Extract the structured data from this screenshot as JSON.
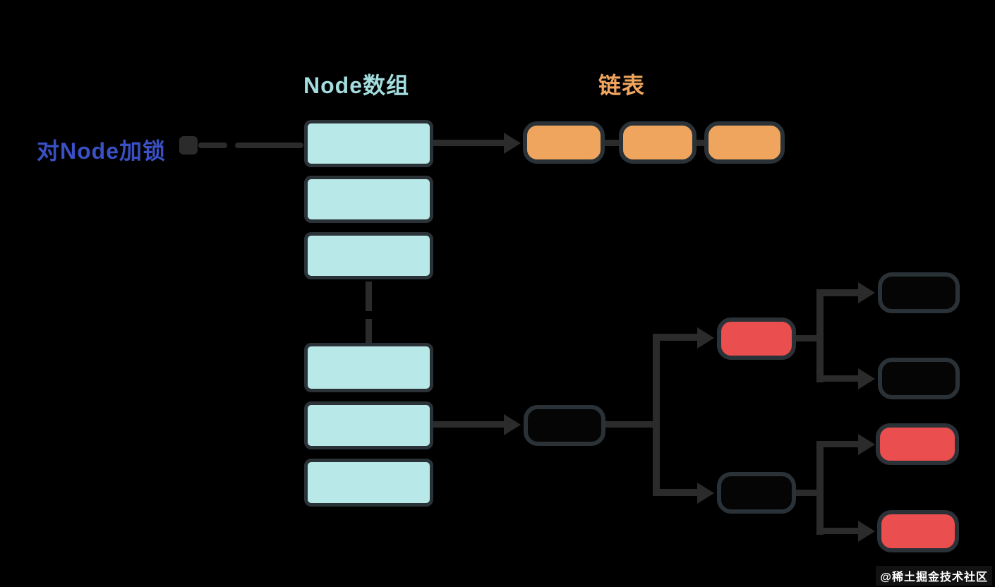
{
  "titles": {
    "array": "Node数组",
    "chain": "链表"
  },
  "annotation": {
    "lock": "对Node加锁"
  },
  "watermark": "@稀土掘金技术社区",
  "colors": {
    "background": "#000000",
    "cyan_fill": "#b9e8e8",
    "cyan_title": "#a3dde0",
    "orange_fill": "#f0a55f",
    "orange_title": "#f0a55f",
    "blue_label": "#3a50c4",
    "red_fill": "#ea4e4e",
    "dark_fill": "#050505",
    "node_border": "#2a3237",
    "edge": "#2b2b2b",
    "watermark_text": "#ffffff"
  },
  "structure": {
    "array_cells": [
      {
        "id": "cell-1"
      },
      {
        "id": "cell-2"
      },
      {
        "id": "cell-3"
      },
      {
        "id": "cell-4"
      },
      {
        "id": "cell-5"
      },
      {
        "id": "cell-6"
      }
    ],
    "ellipsis_between_cells": [
      3,
      4
    ],
    "chain_nodes": [
      {
        "color": "orange"
      },
      {
        "color": "orange"
      },
      {
        "color": "orange"
      }
    ],
    "tree": {
      "root": {
        "color": "dark"
      },
      "branches": [
        {
          "node": {
            "color": "red"
          },
          "children": [
            {
              "color": "dark"
            },
            {
              "color": "dark"
            }
          ]
        },
        {
          "node": {
            "color": "dark"
          },
          "children": [
            {
              "color": "red"
            },
            {
              "color": "red"
            }
          ]
        }
      ]
    }
  }
}
